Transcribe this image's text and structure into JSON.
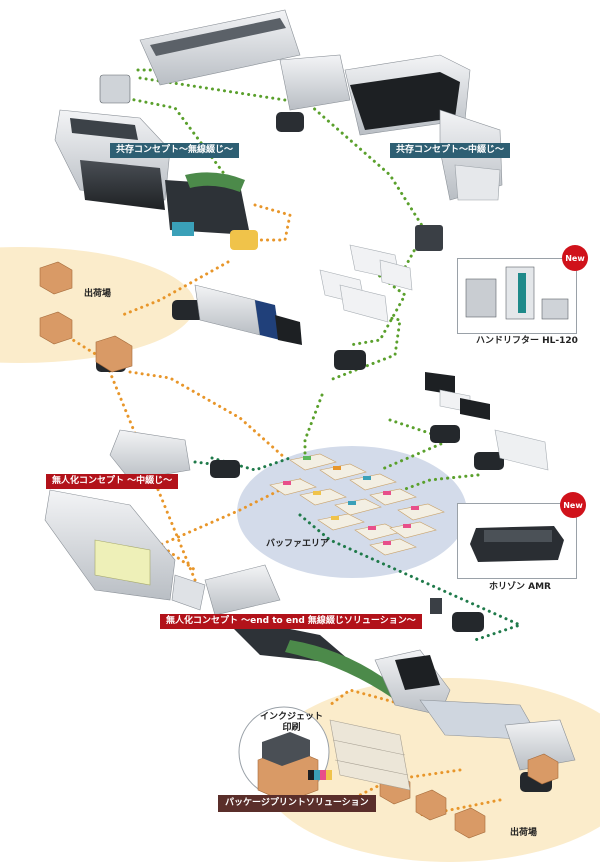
{
  "labels": {
    "coexist_perfect_binding": "共存コンセプト〜無線綴じ〜",
    "coexist_saddle_stitch": "共存コンセプト〜中綴じ〜",
    "shipping_area_top": "出荷場",
    "hand_lifter": "ハンドリフター HL-120",
    "new_badge_1": "New",
    "unmanned_saddle_stitch": "無人化コンセプト 〜中綴じ〜",
    "buffer_area": "バッファエリア",
    "new_badge_2": "New",
    "horizon_amr": "ホリゾン AMR",
    "unmanned_end_to_end": "無人化コンセプト 〜end to end 無線綴じソリューション〜",
    "inkjet_printing": "インクジェット\n印刷",
    "package_print_solution": "パッケージプリントソリューション",
    "shipping_area_bottom": "出荷場"
  },
  "colors": {
    "route_green": "#5aa02c",
    "route_orange": "#e8962a",
    "route_darkgreen": "#1f7a4a",
    "tag_teal": "#2e5f73",
    "tag_red": "#b2121a",
    "tag_brown": "#5a2e2a",
    "new_badge": "#d0121b",
    "shipping_zone": "#fbeccb",
    "buffer_zone": "#d3dbea"
  }
}
